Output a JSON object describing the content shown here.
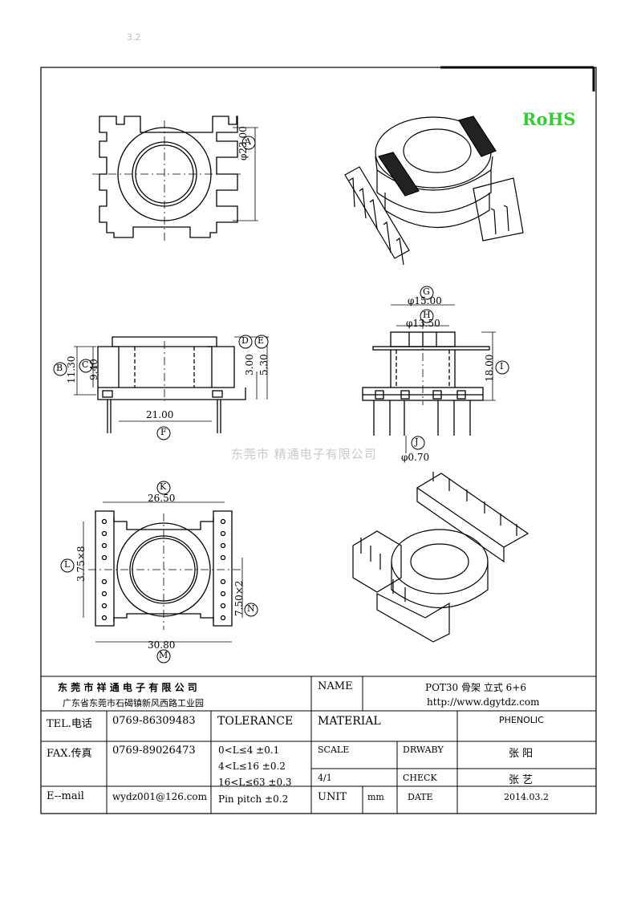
{
  "corner_mark": "3.2",
  "rohs": "RoHS",
  "watermark": "东莞市 精通电子有限公司",
  "dims": {
    "A": "A",
    "dA": "φ23.00",
    "B": "B",
    "dB": "11.30",
    "C": "C",
    "dC": "9.40",
    "D": "D",
    "dD": "3.00",
    "E": "E",
    "dE": "5.30",
    "F": "F",
    "dF": "21.00",
    "G": "G",
    "dG": "φ15.00",
    "H": "H",
    "dH": "φ13.50",
    "I": "I",
    "dI": "18.00",
    "J": "J",
    "dJ": "φ0.70",
    "K": "K",
    "dK": "26.50",
    "L": "L",
    "dL": "3.75×8",
    "M": "M",
    "dM": "30.80",
    "N": "N",
    "dN": "7.50×2"
  },
  "title_block": {
    "company": "东 莞 市 祥 通 电 子 有 限 公 司",
    "address": "广东省东莞市石碣镇新风西路工业园",
    "name_label": "NAME",
    "name_value": "POT30  骨架  立式 6+6",
    "website": "http://www.dgytdz.com",
    "tel_label": "TEL.电话",
    "tel_value": "0769-86309483",
    "tolerance_label": "TOLERANCE",
    "material_label": "MATERIAL",
    "material_value": "PHENOLIC",
    "fax_label": "FAX.传真",
    "fax_value": "0769-89026473",
    "tol1": "0<L≤4    ±0.1",
    "tol2": "4<L≤16  ±0.2",
    "tol3": "16<L≤63  ±0.3",
    "tol4": "Pin pitch  ±0.2",
    "scale_label": "SCALE",
    "scale_value": "4/1",
    "drawby_label": "DRWABY",
    "drawby_value": "张  阳",
    "check_label": "CHECK",
    "check_value": "张  艺",
    "email_label": "E--mail",
    "email_value": "wydz001@126.com",
    "unit_label": "UNIT",
    "unit_value": "mm",
    "date_label": "DATE",
    "date_value": "2014.03.2"
  }
}
